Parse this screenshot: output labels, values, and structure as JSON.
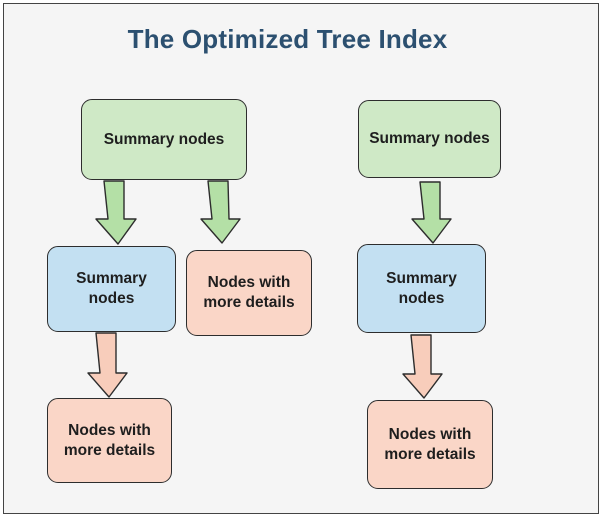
{
  "title": "The Optimized Tree Index",
  "colors": {
    "summary_root": "#cfe9c6",
    "summary_child": "#c3e0f2",
    "detail": "#fad6c7",
    "arrow_from_root": "#b4e0a6",
    "arrow_from_child": "#f8cdbb",
    "title": "#2c5070"
  },
  "left_tree": {
    "root": "Summary nodes",
    "summary_child": "Summary nodes",
    "detail_sibling": "Nodes with more details",
    "detail_leaf": "Nodes with more details"
  },
  "right_tree": {
    "root": "Summary nodes",
    "summary_child": "Summary nodes",
    "detail_leaf": "Nodes with more details"
  }
}
